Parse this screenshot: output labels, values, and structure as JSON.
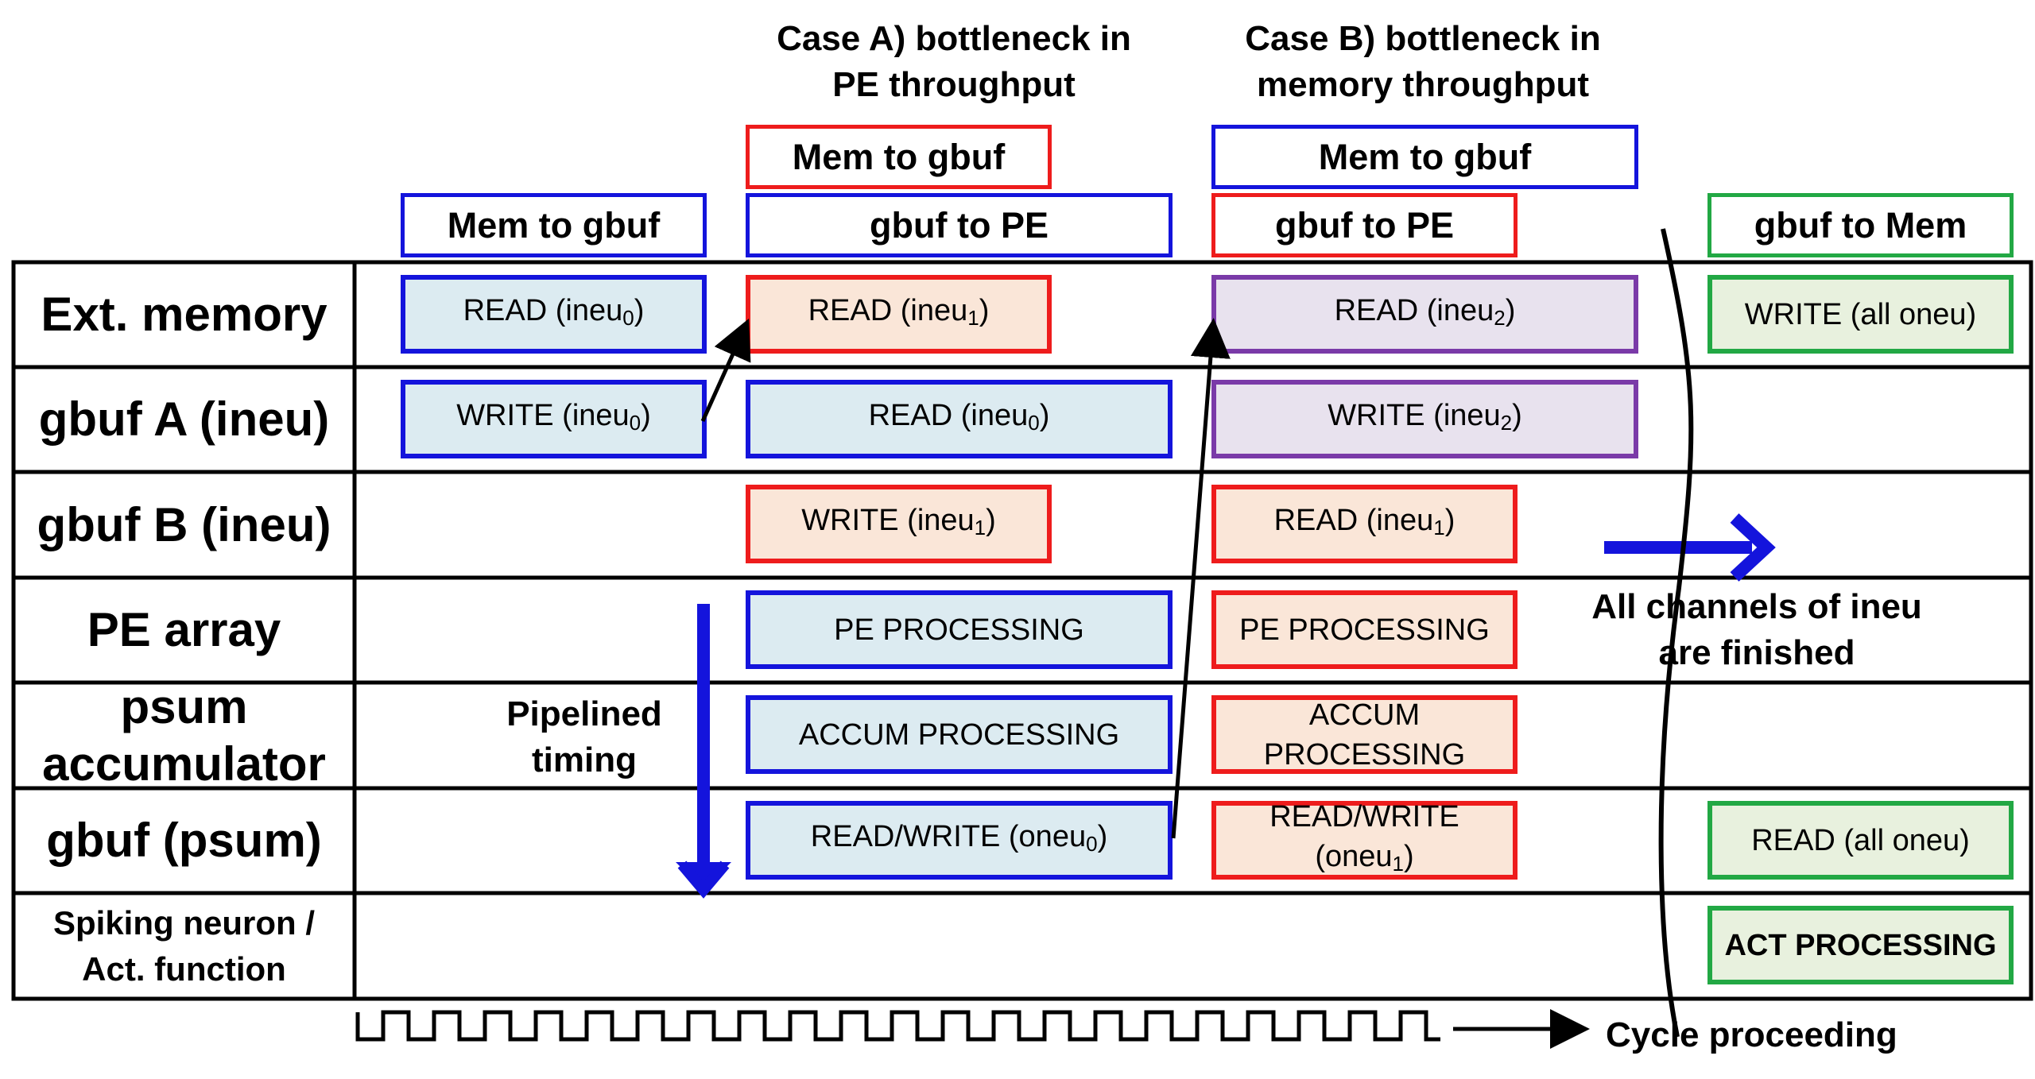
{
  "case_a": {
    "title": "Case A) bottleneck in\nPE throughput"
  },
  "case_b": {
    "title": "Case B) bottleneck in\nmemory throughput"
  },
  "headers": {
    "col1_mem_to_gbuf": "Mem to gbuf",
    "caseA_mem_to_gbuf": "Mem to gbuf",
    "caseA_gbuf_to_pe": "gbuf to PE",
    "caseB_mem_to_gbuf": "Mem to gbuf",
    "caseB_gbuf_to_pe": "gbuf to PE",
    "gbuf_to_mem": "gbuf to Mem"
  },
  "rows": [
    "Ext. memory",
    "gbuf A (ineu)",
    "gbuf B (ineu)",
    "PE array",
    "psum\naccumulator",
    "gbuf (psum)",
    "Spiking neuron /\nAct. function"
  ],
  "cells": {
    "c1_ext": {
      "text": "READ (ineu",
      "sub": "0",
      "tail": ")"
    },
    "c1_gbufA": {
      "text": "WRITE (ineu",
      "sub": "0",
      "tail": ")"
    },
    "a_ext": {
      "text": "READ (ineu",
      "sub": "1",
      "tail": ")"
    },
    "a_gbufA": {
      "text": "READ (ineu",
      "sub": "0",
      "tail": ")"
    },
    "a_gbufB": {
      "text": "WRITE (ineu",
      "sub": "1",
      "tail": ")"
    },
    "a_pe": {
      "text": "PE PROCESSING"
    },
    "a_accum": {
      "text": "ACCUM PROCESSING"
    },
    "a_psum": {
      "text": "READ/WRITE (oneu",
      "sub": "0",
      "tail": ")"
    },
    "b_ext": {
      "text": "READ (ineu",
      "sub": "2",
      "tail": ")"
    },
    "b_gbufA": {
      "text": "WRITE (ineu",
      "sub": "2",
      "tail": ")"
    },
    "b_gbufB": {
      "text": "READ (ineu",
      "sub": "1",
      "tail": ")"
    },
    "b_pe": {
      "text": "PE PROCESSING"
    },
    "b_accum": {
      "text": "ACCUM\nPROCESSING"
    },
    "b_psum": {
      "text": "READ/WRITE\n(oneu",
      "sub": "1",
      "tail": ")"
    },
    "g_ext": {
      "text": "WRITE (all oneu)"
    },
    "g_psum": {
      "text": "READ (all oneu)"
    },
    "g_act": {
      "text": "ACT PROCESSING"
    }
  },
  "notes": {
    "pipelined": "Pipelined\ntiming",
    "all_channels": "All channels of ineu\nare finished",
    "cycle": "Cycle proceeding"
  },
  "colors": {
    "blue": "#1414dc",
    "red": "#ee1c1c",
    "purple": "#7a3aa8",
    "green": "#22a844",
    "fill_blue": "#dcebf1",
    "fill_peach": "#fae6d8",
    "fill_lavender": "#e8e2ee",
    "fill_green": "#e8f1de"
  }
}
